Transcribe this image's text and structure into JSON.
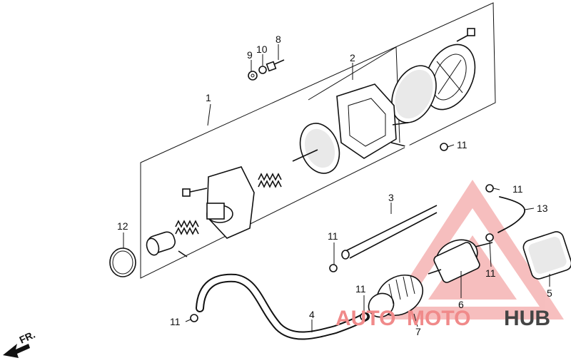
{
  "diagram": {
    "callouts": [
      "1",
      "2",
      "3",
      "4",
      "5",
      "6",
      "7",
      "8",
      "9",
      "10",
      "11",
      "12",
      "13"
    ],
    "clip_label": "11",
    "direction_label": "FR."
  },
  "watermark": {
    "part_a": "AUTO",
    "part_b": "MOTO",
    "part_c": "HUB",
    "color_primary": "#f08a8a",
    "color_secondary": "#444444"
  }
}
